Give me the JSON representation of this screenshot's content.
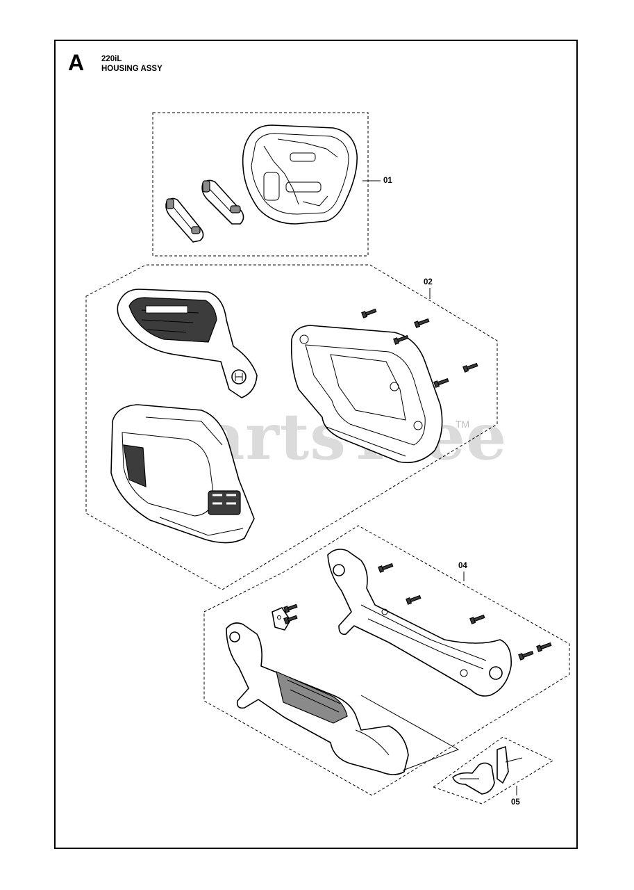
{
  "header": {
    "section_letter": "A",
    "model": "220iL",
    "title": "HOUSING ASSY"
  },
  "callouts": [
    {
      "id": "01",
      "label": "01"
    },
    {
      "id": "02",
      "label": "02"
    },
    {
      "id": "04",
      "label": "04"
    },
    {
      "id": "05",
      "label": "05"
    }
  ],
  "watermark": {
    "text": "PartsTree",
    "trademark": "TM"
  },
  "colors": {
    "line": "#000000",
    "background": "#ffffff",
    "watermark": "#cfcfcf",
    "part_shading": "#3c3c3c"
  }
}
